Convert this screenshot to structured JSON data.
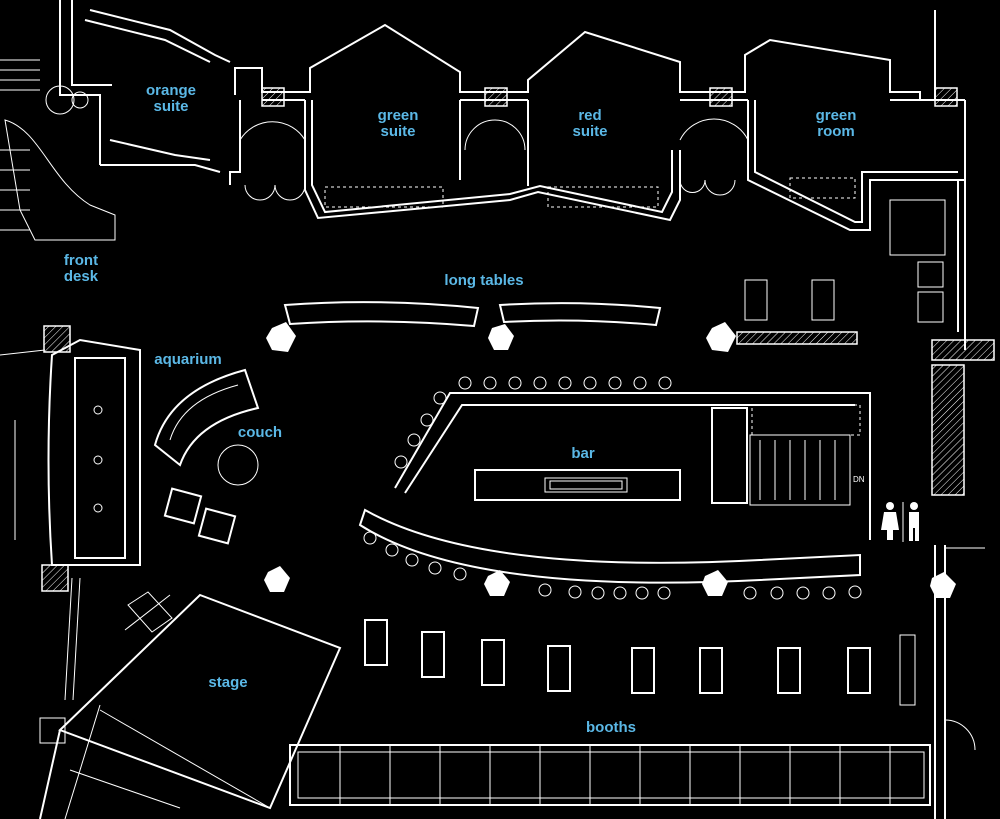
{
  "labels": {
    "orange_suite": [
      "orange",
      "suite"
    ],
    "green_suite": [
      "green",
      "suite"
    ],
    "red_suite": [
      "red",
      "suite"
    ],
    "green_room": [
      "green",
      "room"
    ],
    "front_desk": [
      "front",
      "desk"
    ],
    "long_tables": "long tables",
    "aquarium": "aquarium",
    "couch": "couch",
    "bar": "bar",
    "stage": "stage",
    "booths": "booths"
  },
  "stair_marker": "DN",
  "icons": {
    "restroom": "restroom-icon"
  },
  "colors": {
    "background": "#000000",
    "lines": "#ffffff",
    "labels": "#5bb8e6"
  }
}
